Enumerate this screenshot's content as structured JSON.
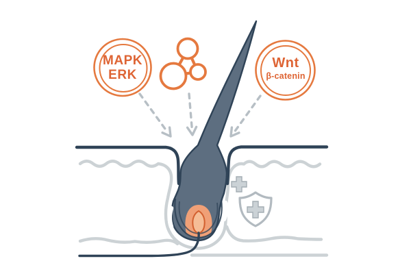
{
  "illustration": {
    "title": "hair-follicle-signaling-diagram",
    "badges": {
      "mapk_erk": {
        "line1": "MAPK",
        "line2": "ERK"
      },
      "wnt": {
        "line1": "Wnt",
        "line2": "β-catenin"
      }
    },
    "icons": {
      "molecule": "molecule-network-icon",
      "shield": "shield-plus-icon",
      "plus": "plus-icon",
      "arrows": [
        "pathway-arrow-mapk",
        "pathway-arrow-molecule",
        "pathway-arrow-wnt"
      ],
      "follicle": "hair-follicle-cross-section"
    },
    "colors": {
      "background": "#FFFFFF",
      "orange_stroke": "#E5793F",
      "orange_text": "#DE6434",
      "navy": "#2F4357",
      "slate": "#5D6E80",
      "light_gray": "#CCD2D5",
      "shield_gray": "#B2BAC0",
      "arrow_gray": "#B7BFC5",
      "bulb_orange": "#F0A077",
      "papilla_fill": "#F5BD96",
      "papilla_stroke": "#D2602F"
    }
  }
}
